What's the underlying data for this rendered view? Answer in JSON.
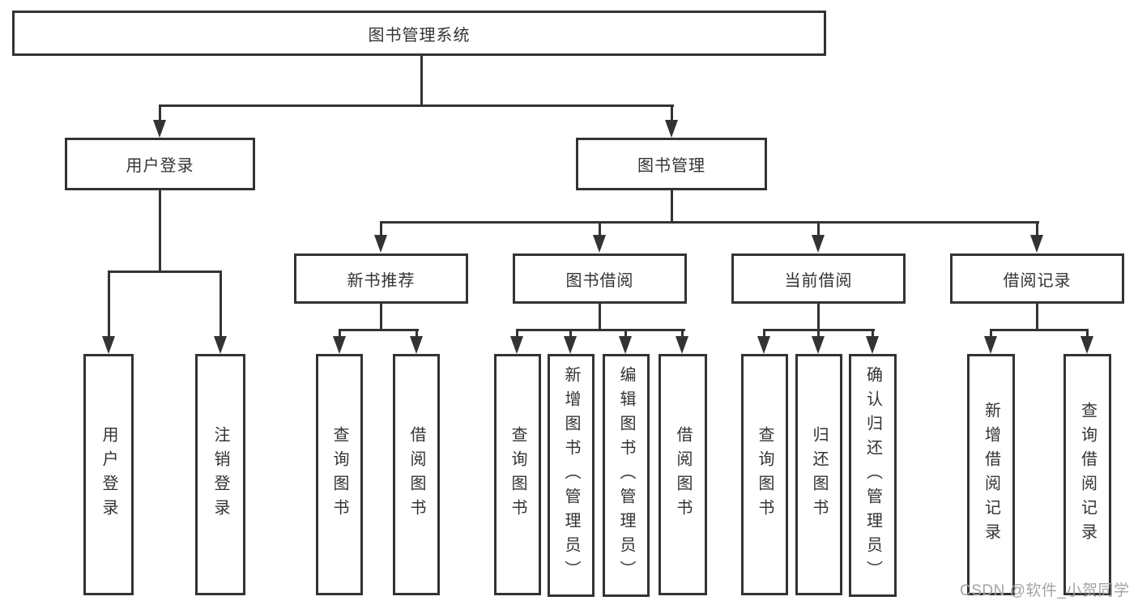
{
  "diagram": {
    "type": "tree",
    "background_color": "#ffffff",
    "line_color": "#333333",
    "text_color": "#333333",
    "watermark_color": "#a3a3a3",
    "nodes": {
      "root": "图书管理系统",
      "level2": [
        "用户登录",
        "图书管理"
      ],
      "level3": [
        "新书推荐",
        "图书借阅",
        "当前借阅",
        "借阅记录"
      ],
      "leaves_user_login": [
        "用户登录",
        "注销登录"
      ],
      "leaves_new_book": [
        "查询图书",
        "借阅图书"
      ],
      "leaves_book_borrow": [
        "查询图书",
        "新增图书（管理员）",
        "编辑图书（管理员）",
        "借阅图书"
      ],
      "leaves_current_borrow": [
        "查询图书",
        "归还图书",
        "确认归还（管理员）"
      ],
      "leaves_borrow_record": [
        "新增借阅记录",
        "查询借阅记录"
      ]
    },
    "hierarchy": {
      "图书管理系统": {
        "用户登录": [
          "用户登录",
          "注销登录"
        ],
        "图书管理": {
          "新书推荐": [
            "查询图书",
            "借阅图书"
          ],
          "图书借阅": [
            "查询图书",
            "新增图书（管理员）",
            "编辑图书（管理员）",
            "借阅图书"
          ],
          "当前借阅": [
            "查询图书",
            "归还图书",
            "确认归还（管理员）"
          ],
          "借阅记录": [
            "新增借阅记录",
            "查询借阅记录"
          ]
        }
      }
    },
    "watermark": "CSDN @软件_小贺同学"
  }
}
